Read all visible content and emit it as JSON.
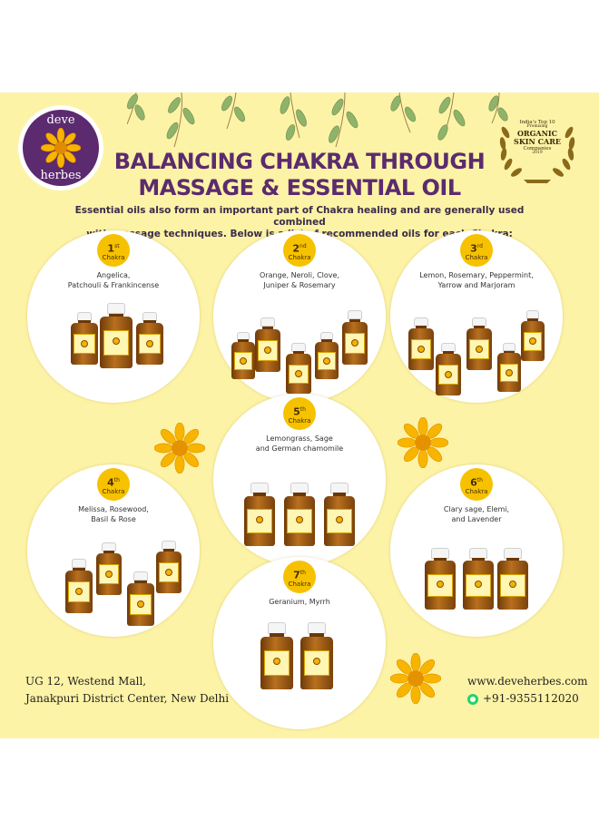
{
  "brand": {
    "logo_top": "deve",
    "logo_bottom": "herbes"
  },
  "award": {
    "line1": "India's Top 10",
    "line2": "Promising",
    "line3": "ORGANIC",
    "line4": "SKIN CARE",
    "line5": "Companies",
    "line6": "2019"
  },
  "title": {
    "line1": "BALANCING CHAKRA THROUGH",
    "line2": "MASSAGE & ESSENTIAL OIL"
  },
  "intro": {
    "line1": "Essential oils also form an important part of Chakra healing and are generally used combined",
    "line2": "with massage techniques. Below is a list of recommended oils for each Chakra:"
  },
  "chakras": [
    {
      "num": "1",
      "suffix": "st",
      "label": "Chakra",
      "oils_line1": "Angelica,",
      "oils_line2": "Patchouli & Frankincense"
    },
    {
      "num": "2",
      "suffix": "nd",
      "label": "Chakra",
      "oils_line1": "Orange, Neroli, Clove,",
      "oils_line2": "Juniper & Rosemary"
    },
    {
      "num": "3",
      "suffix": "rd",
      "label": "Chakra",
      "oils_line1": "Lemon, Rosemary, Peppermint,",
      "oils_line2": "Yarrow and Marjoram"
    },
    {
      "num": "4",
      "suffix": "th",
      "label": "Chakra",
      "oils_line1": "Melissa, Rosewood,",
      "oils_line2": "Basil & Rose"
    },
    {
      "num": "5",
      "suffix": "th",
      "label": "Chakra",
      "oils_line1": "Lemongrass, Sage",
      "oils_line2": "and German chamomile"
    },
    {
      "num": "6",
      "suffix": "th",
      "label": "Chakra",
      "oils_line1": "Clary sage, Elemi,",
      "oils_line2": "and Lavender"
    },
    {
      "num": "7",
      "suffix": "th",
      "label": "Chakra",
      "oils_line1": "Geranium, Myrrh",
      "oils_line2": ""
    }
  ],
  "address": {
    "line1": "UG 12, Westend Mall,",
    "line2": "Janakpuri District Center, New Delhi"
  },
  "contact": {
    "website": "www.deveherbes.com",
    "phone": "+91-9355112020"
  },
  "colors": {
    "background": "#fdf3a6",
    "title": "#5b2b6e",
    "badge": "#f6c200",
    "bottle": "#8a4a0e"
  },
  "icons": [
    "eucalyptus-leaves-icon",
    "calendula-flower-icon",
    "laurel-wreath-icon",
    "whatsapp-icon",
    "essential-oil-bottle-icon"
  ]
}
